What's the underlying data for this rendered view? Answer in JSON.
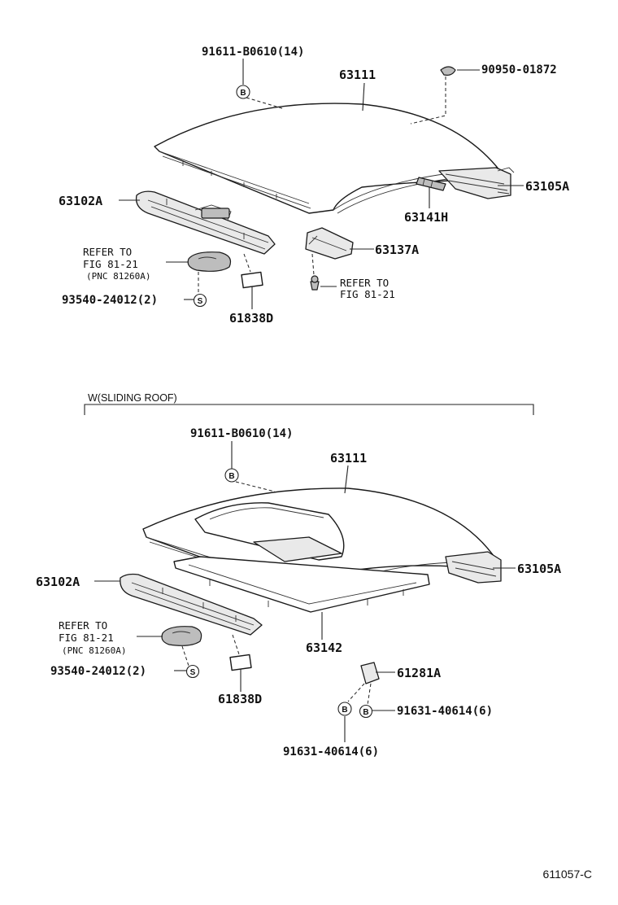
{
  "upper": {
    "bolt_b": "91611-B0610(14)",
    "roof_panel": "63111",
    "plug": "90950-01872",
    "rear_rail": "63105A",
    "front_rail": "63102A",
    "roof_bow": "63141H",
    "bracket": "63137A",
    "refer_a_line1": "REFER TO",
    "refer_a_line2": "FIG 81-21",
    "refer_a_pnc": "(PNC 81260A)",
    "screw_s": "93540-24012(2)",
    "refer_b_line1": "REFER TO",
    "refer_b_line2": "FIG 81-21",
    "pad": "61838D",
    "symbol_b": "B",
    "symbol_s": "S"
  },
  "lower": {
    "section_label": "W(SLIDING ROOF)",
    "bolt_b": "91611-B0610(14)",
    "roof_panel": "63111",
    "rear_rail": "63105A",
    "front_rail": "63102A",
    "refer_line1": "REFER TO",
    "refer_line2": "FIG 81-21",
    "refer_pnc": "(PNC 81260A)",
    "screw_s": "93540-24012(2)",
    "reinforcement": "63142",
    "clip": "61281A",
    "bolt_b_right": "91631-40614(6)",
    "pad": "61838D",
    "bolt_b_bottom": "91631-40614(6)",
    "symbol_b": "B",
    "symbol_s": "S"
  },
  "footer": {
    "diagram_code": "611057-C"
  }
}
